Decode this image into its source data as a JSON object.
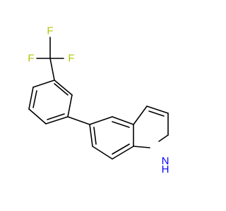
{
  "molecule": {
    "atoms": {
      "f_top": {
        "symbol": "F"
      },
      "f_left": {
        "symbol": "F"
      },
      "f_right": {
        "symbol": "F"
      },
      "n": {
        "symbol": "N"
      },
      "h": {
        "symbol": "H"
      }
    },
    "colors": {
      "fluorine": "#b3c400",
      "nitrogen": "#0000ff",
      "bond": "#000000",
      "background": "#ffffff"
    }
  }
}
